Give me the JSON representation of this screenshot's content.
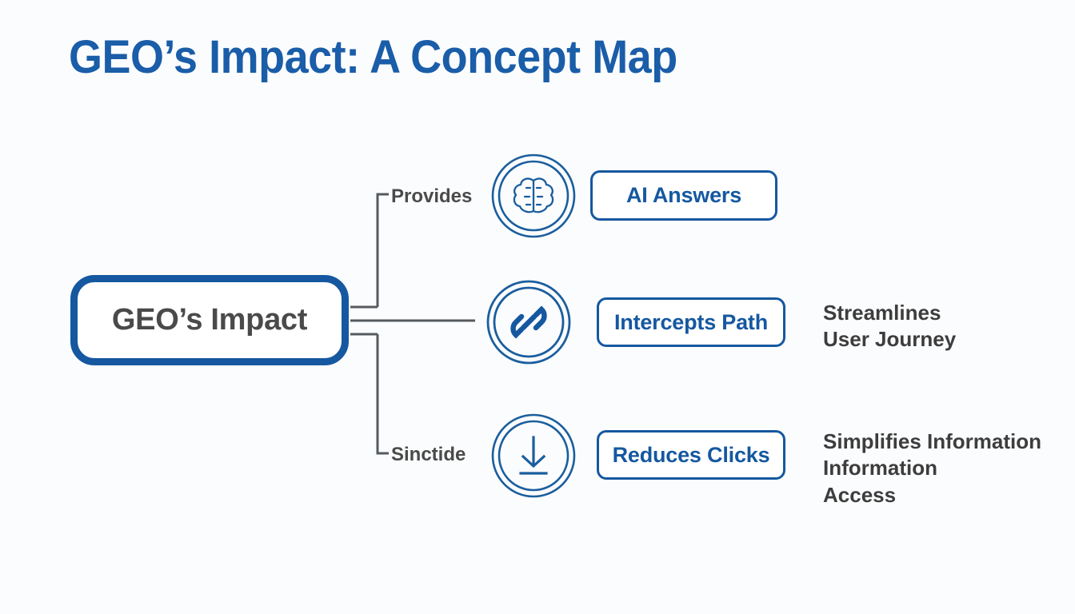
{
  "title": "GEO’s Impact: A Concept Map",
  "colors": {
    "background": "#fbfcfd",
    "title_blue": "#1a5da8",
    "node_blue": "#1558a0",
    "icon_blue": "#1a5e9e",
    "text_gray": "#4a4a4a",
    "annotation_gray": "#3d3d3d",
    "connector_gray": "#555a5e"
  },
  "root_node": {
    "label": "GEO’s Impact",
    "name": "root-node"
  },
  "branches": [
    {
      "edge_label": "Provides",
      "icon": "brain-icon",
      "concept": "AI Answers",
      "annotation_lines": []
    },
    {
      "edge_label": "",
      "icon": "link-icon",
      "concept": "Intercepts Path",
      "annotation_lines": [
        "Streamlines",
        "User Journey"
      ]
    },
    {
      "edge_label": "Sinctide",
      "icon": "download-icon",
      "concept": "Reduces Clicks",
      "annotation_lines": [
        "Simplifies Information",
        "Information",
        "Access"
      ]
    }
  ]
}
